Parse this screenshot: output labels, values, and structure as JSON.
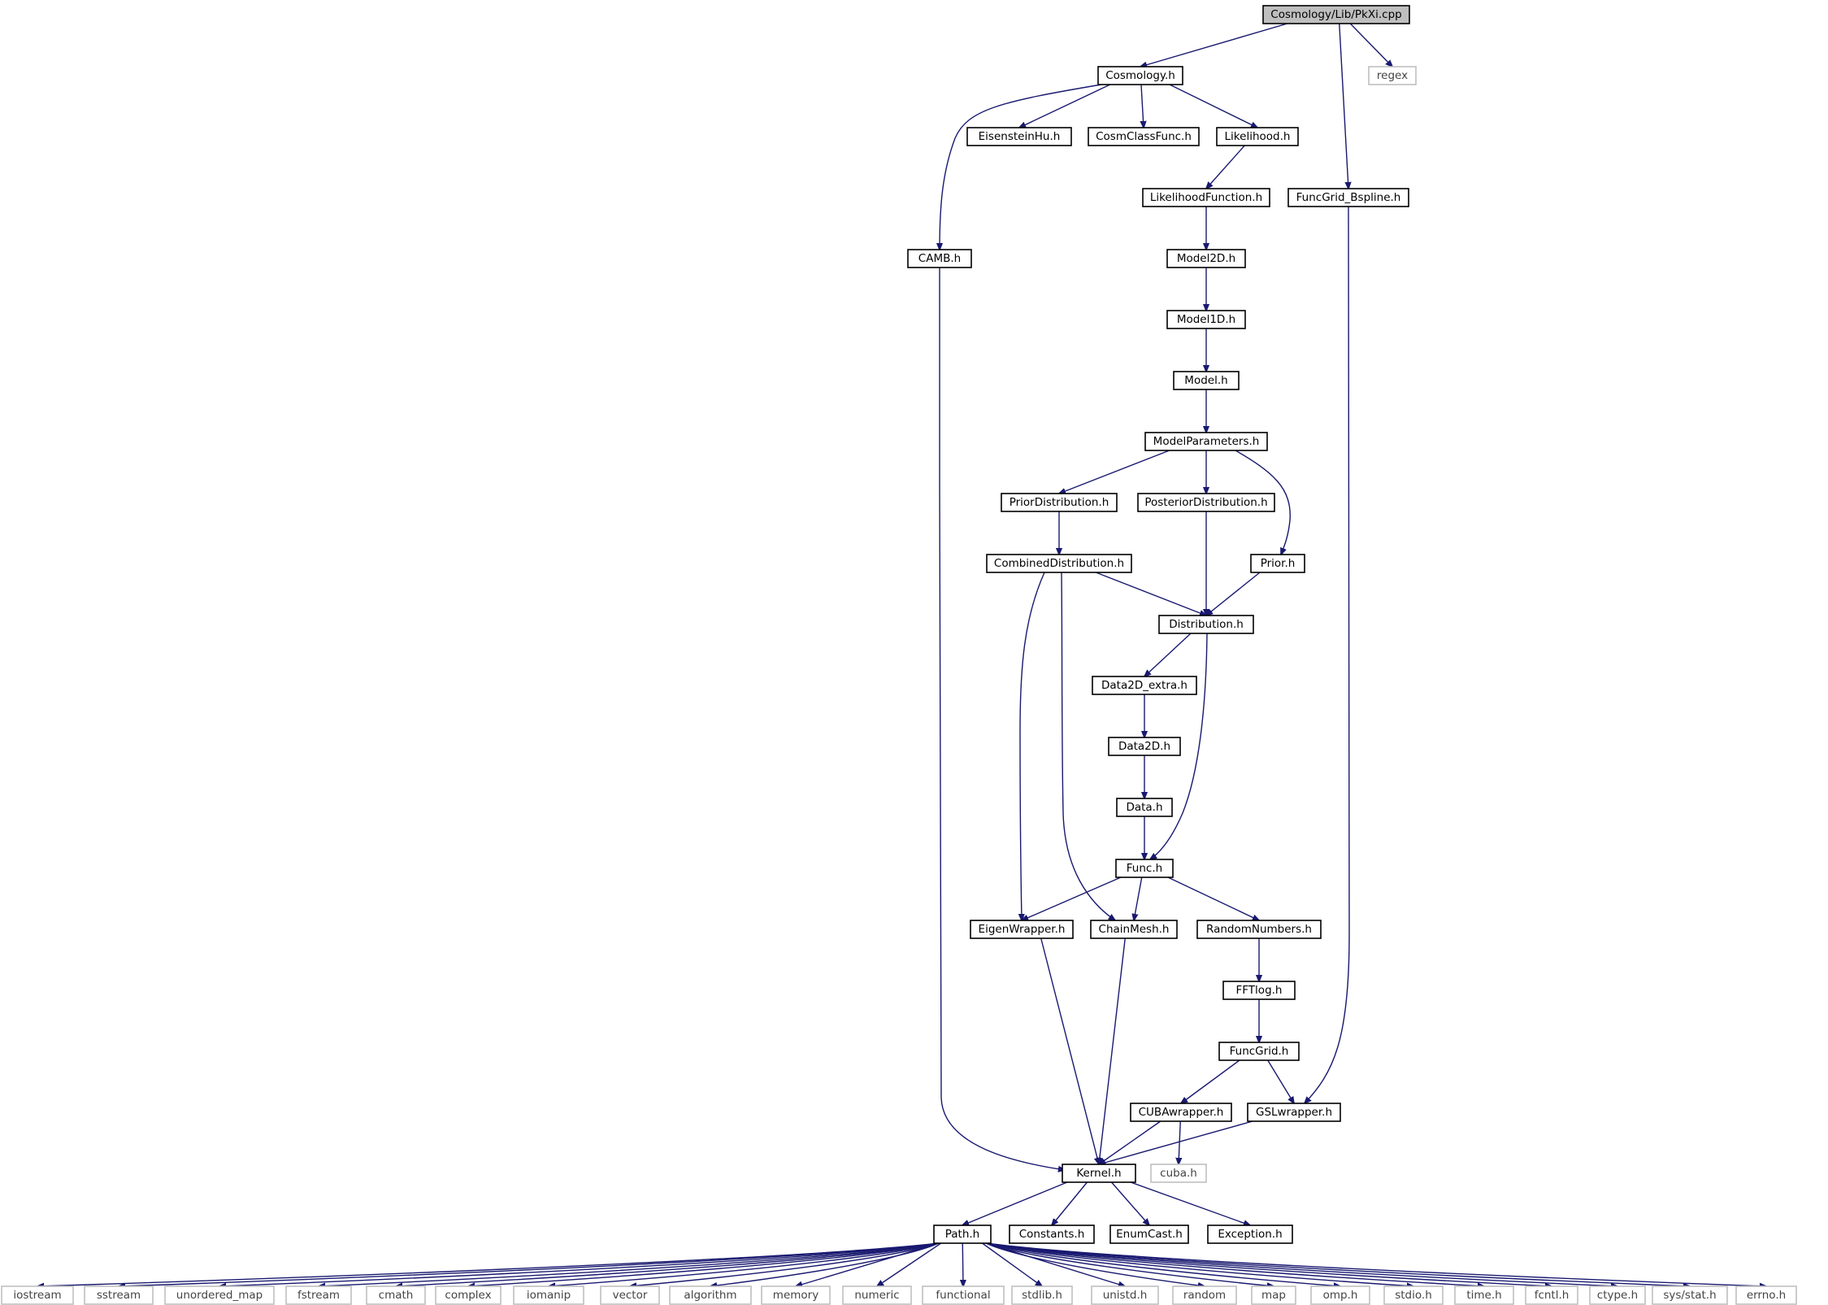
{
  "diagram": {
    "nodes": [
      {
        "id": "root",
        "label": "Cosmology/Lib/PkXi.cpp",
        "kind": "root"
      },
      {
        "id": "cosmology",
        "label": "Cosmology.h",
        "kind": "internal"
      },
      {
        "id": "regex",
        "label": "regex",
        "kind": "external"
      },
      {
        "id": "funcgrid_bspline",
        "label": "FuncGrid_Bspline.h",
        "kind": "internal"
      },
      {
        "id": "eisensteinhu",
        "label": "EisensteinHu.h",
        "kind": "internal"
      },
      {
        "id": "cosmclassfunc",
        "label": "CosmClassFunc.h",
        "kind": "internal"
      },
      {
        "id": "likelihood",
        "label": "Likelihood.h",
        "kind": "internal"
      },
      {
        "id": "camb",
        "label": "CAMB.h",
        "kind": "internal"
      },
      {
        "id": "likelihoodfunction",
        "label": "LikelihoodFunction.h",
        "kind": "internal"
      },
      {
        "id": "model2d",
        "label": "Model2D.h",
        "kind": "internal"
      },
      {
        "id": "model1d",
        "label": "Model1D.h",
        "kind": "internal"
      },
      {
        "id": "model",
        "label": "Model.h",
        "kind": "internal"
      },
      {
        "id": "modelparameters",
        "label": "ModelParameters.h",
        "kind": "internal"
      },
      {
        "id": "priordistribution",
        "label": "PriorDistribution.h",
        "kind": "internal"
      },
      {
        "id": "posteriordistribution",
        "label": "PosteriorDistribution.h",
        "kind": "internal"
      },
      {
        "id": "prior",
        "label": "Prior.h",
        "kind": "internal"
      },
      {
        "id": "combineddistribution",
        "label": "CombinedDistribution.h",
        "kind": "internal"
      },
      {
        "id": "distribution",
        "label": "Distribution.h",
        "kind": "internal"
      },
      {
        "id": "data2d_extra",
        "label": "Data2D_extra.h",
        "kind": "internal"
      },
      {
        "id": "data2d",
        "label": "Data2D.h",
        "kind": "internal"
      },
      {
        "id": "data",
        "label": "Data.h",
        "kind": "internal"
      },
      {
        "id": "func",
        "label": "Func.h",
        "kind": "internal"
      },
      {
        "id": "eigenwrapper",
        "label": "EigenWrapper.h",
        "kind": "internal"
      },
      {
        "id": "chainmesh",
        "label": "ChainMesh.h",
        "kind": "internal"
      },
      {
        "id": "randomnumbers",
        "label": "RandomNumbers.h",
        "kind": "internal"
      },
      {
        "id": "fftlog",
        "label": "FFTlog.h",
        "kind": "internal"
      },
      {
        "id": "funcgrid",
        "label": "FuncGrid.h",
        "kind": "internal"
      },
      {
        "id": "cubawrapper",
        "label": "CUBAwrapper.h",
        "kind": "internal"
      },
      {
        "id": "gslwrapper",
        "label": "GSLwrapper.h",
        "kind": "internal"
      },
      {
        "id": "kernel",
        "label": "Kernel.h",
        "kind": "internal"
      },
      {
        "id": "cuba",
        "label": "cuba.h",
        "kind": "external"
      },
      {
        "id": "path",
        "label": "Path.h",
        "kind": "internal"
      },
      {
        "id": "constants",
        "label": "Constants.h",
        "kind": "internal"
      },
      {
        "id": "enumcast",
        "label": "EnumCast.h",
        "kind": "internal"
      },
      {
        "id": "exception",
        "label": "Exception.h",
        "kind": "internal"
      },
      {
        "id": "iostream",
        "label": "iostream",
        "kind": "external"
      },
      {
        "id": "sstream",
        "label": "sstream",
        "kind": "external"
      },
      {
        "id": "unordered_map",
        "label": "unordered_map",
        "kind": "external"
      },
      {
        "id": "fstream",
        "label": "fstream",
        "kind": "external"
      },
      {
        "id": "cmath",
        "label": "cmath",
        "kind": "external"
      },
      {
        "id": "complex",
        "label": "complex",
        "kind": "external"
      },
      {
        "id": "iomanip",
        "label": "iomanip",
        "kind": "external"
      },
      {
        "id": "vector",
        "label": "vector",
        "kind": "external"
      },
      {
        "id": "algorithm",
        "label": "algorithm",
        "kind": "external"
      },
      {
        "id": "memory",
        "label": "memory",
        "kind": "external"
      },
      {
        "id": "numeric",
        "label": "numeric",
        "kind": "external"
      },
      {
        "id": "functional",
        "label": "functional",
        "kind": "external"
      },
      {
        "id": "stdlib",
        "label": "stdlib.h",
        "kind": "external"
      },
      {
        "id": "unistd",
        "label": "unistd.h",
        "kind": "external"
      },
      {
        "id": "random",
        "label": "random",
        "kind": "external"
      },
      {
        "id": "map",
        "label": "map",
        "kind": "external"
      },
      {
        "id": "omp",
        "label": "omp.h",
        "kind": "external"
      },
      {
        "id": "stdio",
        "label": "stdio.h",
        "kind": "external"
      },
      {
        "id": "time",
        "label": "time.h",
        "kind": "external"
      },
      {
        "id": "fcntl",
        "label": "fcntl.h",
        "kind": "external"
      },
      {
        "id": "ctype",
        "label": "ctype.h",
        "kind": "external"
      },
      {
        "id": "sysstat",
        "label": "sys/stat.h",
        "kind": "external"
      },
      {
        "id": "errno",
        "label": "errno.h",
        "kind": "external"
      }
    ],
    "edges": [
      [
        "root",
        "cosmology"
      ],
      [
        "root",
        "regex"
      ],
      [
        "root",
        "funcgrid_bspline"
      ],
      [
        "cosmology",
        "camb"
      ],
      [
        "cosmology",
        "eisensteinhu"
      ],
      [
        "cosmology",
        "cosmclassfunc"
      ],
      [
        "cosmology",
        "likelihood"
      ],
      [
        "likelihood",
        "likelihoodfunction"
      ],
      [
        "likelihoodfunction",
        "model2d"
      ],
      [
        "model2d",
        "model1d"
      ],
      [
        "model1d",
        "model"
      ],
      [
        "model",
        "modelparameters"
      ],
      [
        "modelparameters",
        "priordistribution"
      ],
      [
        "modelparameters",
        "posteriordistribution"
      ],
      [
        "modelparameters",
        "prior"
      ],
      [
        "priordistribution",
        "combineddistribution"
      ],
      [
        "combineddistribution",
        "distribution"
      ],
      [
        "combineddistribution",
        "eigenwrapper"
      ],
      [
        "combineddistribution",
        "chainmesh"
      ],
      [
        "posteriordistribution",
        "distribution"
      ],
      [
        "prior",
        "distribution"
      ],
      [
        "distribution",
        "data2d_extra"
      ],
      [
        "distribution",
        "func"
      ],
      [
        "data2d_extra",
        "data2d"
      ],
      [
        "data2d",
        "data"
      ],
      [
        "data",
        "func"
      ],
      [
        "func",
        "eigenwrapper"
      ],
      [
        "func",
        "chainmesh"
      ],
      [
        "func",
        "randomnumbers"
      ],
      [
        "randomnumbers",
        "fftlog"
      ],
      [
        "fftlog",
        "funcgrid"
      ],
      [
        "funcgrid",
        "cubawrapper"
      ],
      [
        "funcgrid",
        "gslwrapper"
      ],
      [
        "funcgrid_bspline",
        "gslwrapper"
      ],
      [
        "cubawrapper",
        "kernel"
      ],
      [
        "cubawrapper",
        "cuba"
      ],
      [
        "gslwrapper",
        "kernel"
      ],
      [
        "camb",
        "kernel"
      ],
      [
        "eigenwrapper",
        "kernel"
      ],
      [
        "chainmesh",
        "kernel"
      ],
      [
        "kernel",
        "path"
      ],
      [
        "kernel",
        "constants"
      ],
      [
        "kernel",
        "enumcast"
      ],
      [
        "kernel",
        "exception"
      ],
      [
        "path",
        "iostream"
      ],
      [
        "path",
        "sstream"
      ],
      [
        "path",
        "unordered_map"
      ],
      [
        "path",
        "fstream"
      ],
      [
        "path",
        "cmath"
      ],
      [
        "path",
        "complex"
      ],
      [
        "path",
        "iomanip"
      ],
      [
        "path",
        "vector"
      ],
      [
        "path",
        "algorithm"
      ],
      [
        "path",
        "memory"
      ],
      [
        "path",
        "numeric"
      ],
      [
        "path",
        "functional"
      ],
      [
        "path",
        "stdlib"
      ],
      [
        "path",
        "unistd"
      ],
      [
        "path",
        "random"
      ],
      [
        "path",
        "map"
      ],
      [
        "path",
        "omp"
      ],
      [
        "path",
        "stdio"
      ],
      [
        "path",
        "time"
      ],
      [
        "path",
        "fcntl"
      ],
      [
        "path",
        "ctype"
      ],
      [
        "path",
        "sysstat"
      ],
      [
        "path",
        "errno"
      ]
    ]
  }
}
